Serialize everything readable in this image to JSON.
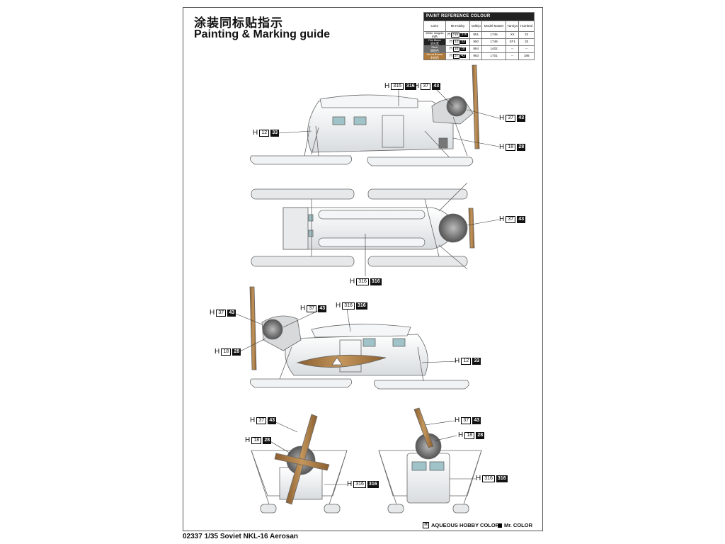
{
  "header": {
    "title_cn": "涂装同标贴指示",
    "title_en": "Painting & Marking guide"
  },
  "paint_table": {
    "heading": "PAINT  REFERENCE  COLOUR",
    "columns": [
      "Color",
      "Mr.Hobby",
      "Vallejo",
      "Model Master",
      "Tamiya",
      "Humbrol"
    ],
    "rows": [
      {
        "color_en": "White Insignia",
        "color_cn": "白色",
        "swatch": "#ffffff",
        "text_color": "#000000",
        "h": "316",
        "mr": "316",
        "vallejo": "951",
        "model_master": "1745",
        "tamiya": "X2",
        "humbrol": "22"
      },
      {
        "color_en": "Flat Black",
        "color_cn": "消光黑",
        "swatch": "#222222",
        "text_color": "#ffffff",
        "h": "12",
        "mr": "33",
        "vallejo": "950",
        "model_master": "1749",
        "tamiya": "XF1",
        "humbrol": "33"
      },
      {
        "color_en": "Steel",
        "color_cn": "钢铁色",
        "swatch": "#6b6b6b",
        "text_color": "#ffffff",
        "h": "18",
        "mr": "28",
        "vallejo": "864",
        "model_master": "1402",
        "tamiya": "--",
        "humbrol": "--"
      },
      {
        "color_en": "Wood Brown",
        "color_cn": "木棕色",
        "swatch": "#b07a3a",
        "text_color": "#ffffff",
        "h": "37",
        "mr": "43",
        "vallejo": "983",
        "model_master": "1701",
        "tamiya": "--",
        "humbrol": "186"
      }
    ]
  },
  "callouts": [
    {
      "id": "side1-316",
      "h": "H",
      "num": "316",
      "mr": "316"
    },
    {
      "id": "side1-37-top",
      "h": "H",
      "num": "37",
      "mr": "43"
    },
    {
      "id": "side1-37-right",
      "h": "H",
      "num": "37",
      "mr": "43"
    },
    {
      "id": "side1-12",
      "h": "H",
      "num": "12",
      "mr": "33"
    },
    {
      "id": "side1-18",
      "h": "H",
      "num": "18",
      "mr": "28"
    },
    {
      "id": "top-37",
      "h": "H",
      "num": "37",
      "mr": "43"
    },
    {
      "id": "top-316",
      "h": "H",
      "num": "316",
      "mr": "316"
    },
    {
      "id": "side2-37-left",
      "h": "H",
      "num": "37",
      "mr": "43"
    },
    {
      "id": "side2-37-mid",
      "h": "H",
      "num": "37",
      "mr": "43"
    },
    {
      "id": "side2-316",
      "h": "H",
      "num": "316",
      "mr": "316"
    },
    {
      "id": "side2-18",
      "h": "H",
      "num": "18",
      "mr": "28"
    },
    {
      "id": "side2-12",
      "h": "H",
      "num": "12",
      "mr": "33"
    },
    {
      "id": "front-37",
      "h": "H",
      "num": "37",
      "mr": "43"
    },
    {
      "id": "front-18",
      "h": "H",
      "num": "18",
      "mr": "28"
    },
    {
      "id": "front-316",
      "h": "H",
      "num": "316",
      "mr": "316"
    },
    {
      "id": "rear-37",
      "h": "H",
      "num": "37",
      "mr": "43"
    },
    {
      "id": "rear-18",
      "h": "H",
      "num": "18",
      "mr": "28"
    },
    {
      "id": "rear-316",
      "h": "H",
      "num": "316",
      "mr": "316"
    }
  ],
  "legend": {
    "aqueous_label": "AQUEOUS HOBBY COLOR",
    "aqueous_symbol": "H",
    "mr_label": "Mr. COLOR"
  },
  "footer": {
    "text": "02337  1/35   Soviet NKL-16 Aerosan"
  },
  "colors": {
    "body": "#eef0f2",
    "outline": "#666666",
    "wood": "#a87a45",
    "steel": "#7a7a7a",
    "window": "#9fc3c8"
  }
}
